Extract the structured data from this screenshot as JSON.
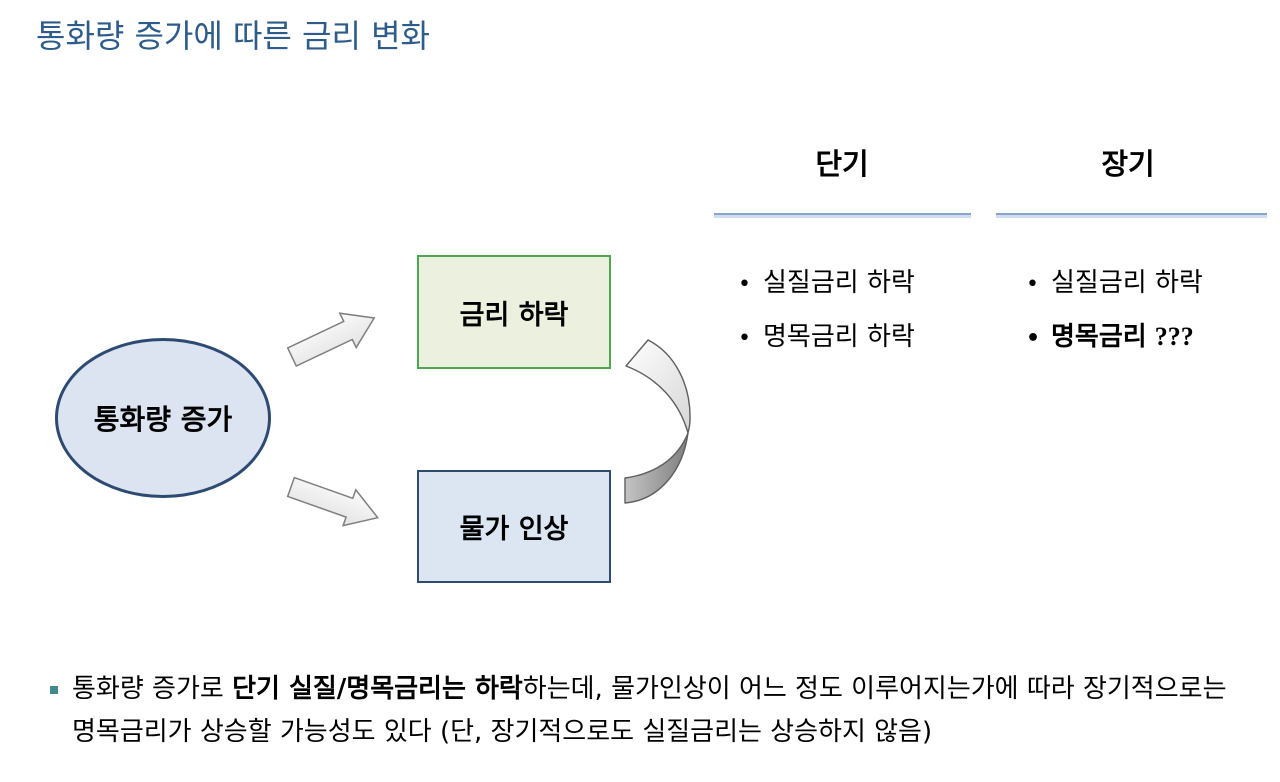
{
  "title": "통화량 증가에 따른 금리 변화",
  "diagram": {
    "source": "통화량 증가",
    "effect_top": "금리 하락",
    "effect_bottom": "물가 인상"
  },
  "list_bullet": "•",
  "columns": {
    "short_term": {
      "header": "단기",
      "items": [
        {
          "text": "실질금리 하락"
        },
        {
          "text": "명목금리 하락"
        }
      ]
    },
    "long_term": {
      "header": "장기",
      "items": [
        {
          "text": "실질금리 하락"
        },
        {
          "text": "명목금리",
          "suffix": "???"
        }
      ]
    }
  },
  "note": {
    "pre": "통화량 증가로 ",
    "bold": "단기 실질/명목금리는 하락",
    "post": "하는데, 물가인상이 어느 정도 이루어지는가에 따라 장기적으로는 명목금리가 상승할 가능성도 있다 (단, 장기적으로도 실질금리는 상승하지 않음)"
  },
  "colors": {
    "title": "#2e5c8a",
    "ellipse_fill": "#dbe4f0",
    "ellipse_border": "#2d4a73",
    "rate_box_fill": "#ebf1de",
    "rate_box_border": "#4ea64f",
    "price_box_fill": "#dce6f2",
    "price_box_border": "#2f4b70",
    "rule": "#8aa3cf",
    "note_marker": "#3f8b8b"
  }
}
